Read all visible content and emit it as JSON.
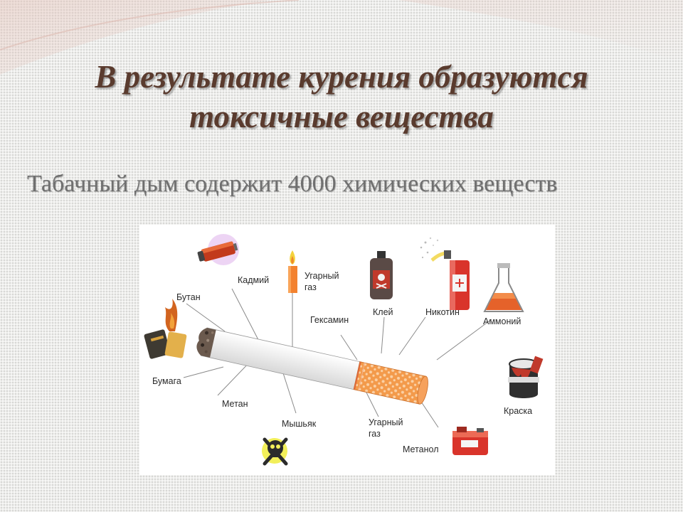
{
  "slide": {
    "title_line1": "В результате курения образуются",
    "title_line2": "токсичные вещества",
    "subtitle": "Табачный дым содержит 4000 химических веществ"
  },
  "diagram": {
    "labels": {
      "butan": "Бутан",
      "kadmiy": "Кадмий",
      "ugarny_gaz_top_1": "Угарный",
      "ugarny_gaz_top_2": "газ",
      "geksamin": "Гексамин",
      "kley": "Клей",
      "nikotin": "Никотин",
      "ammoniy": "Аммоний",
      "bumaga": "Бумага",
      "metan": "Метан",
      "myshyak": "Мышьяк",
      "ugarny_gaz_bottom_1": "Угарный",
      "ugarny_gaz_bottom_2": "газ",
      "metanol": "Метанол",
      "kraska": "Краска"
    },
    "icons": [
      "lighter-fire-icon",
      "battery-icon",
      "candle-icon",
      "poison-bottle-icon",
      "spray-can-icon",
      "flask-icon",
      "paint-bucket-icon",
      "skull-crossbones-icon",
      "fuel-canister-icon"
    ]
  }
}
